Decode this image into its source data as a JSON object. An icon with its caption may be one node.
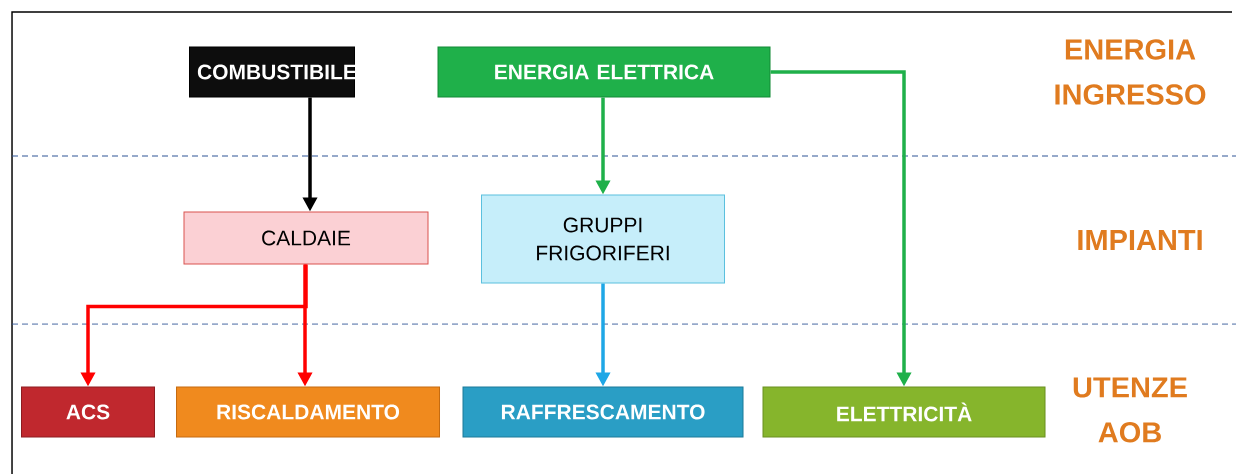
{
  "diagram": {
    "nodes": [
      {
        "text": [
          "COMBUSTIBILE"
        ]
      },
      {
        "text": [
          "ENERGIA ELETTRICA"
        ]
      },
      {
        "text": [
          "CALDAIE"
        ]
      },
      {
        "text": [
          "GRUPPI FRIGORIFERI"
        ]
      },
      {
        "text": [
          "ACS"
        ]
      },
      {
        "text": [
          "RISCALDAMENTO"
        ]
      },
      {
        "text": [
          "RAFFRESCAMENTO"
        ]
      },
      {
        "text": [
          "ELETTRICITÀ"
        ]
      }
    ],
    "edges": [
      {
        "from": 0,
        "to": 2,
        "arrow": "to",
        "color": "#000000"
      },
      {
        "from": 1,
        "to": 3,
        "arrow": "to",
        "color": "#1fb04a"
      },
      {
        "from": 1,
        "to": 7,
        "arrow": "to",
        "color": "#1fb04a"
      },
      {
        "from": 2,
        "to": 4,
        "arrow": "to",
        "color": "#ff0000"
      },
      {
        "from": 2,
        "to": 5,
        "arrow": "to",
        "color": "#ff0000"
      },
      {
        "from": 3,
        "to": 6,
        "arrow": "to",
        "color": "#1ea7e6"
      }
    ],
    "labels": [
      "ENERGIA INGRESSO",
      "IMPIANTI",
      "UTENZE AOB"
    ]
  }
}
